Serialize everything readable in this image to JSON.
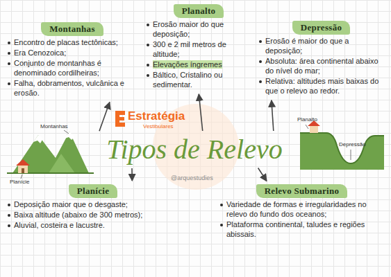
{
  "diagram": {
    "nodes": [
      {
        "text": [
          "Montanhas",
          "Encontro de placas tectônicas;",
          "Era Cenozoica;",
          "Conjunto de montanhas é denominado cordilheiras;",
          "Falha, dobramentos, vulcânica e erosão."
        ]
      },
      {
        "text": [
          "Planalto",
          "Erosão maior do que deposição;",
          "300 e 2 mil metros de altitude;",
          "Elevações íngremes",
          "Báltico, Cristalino ou sedimentar."
        ]
      },
      {
        "text": [
          "Depressão",
          "Erosão é maior do que a deposição;",
          "Absoluta: área continental abaixo do nível do mar;",
          "Relativa: altitudes mais baixas do que o relevo ao redor."
        ]
      },
      {
        "text": [
          "Tipos de Relevo"
        ]
      },
      {
        "text": [
          "Planície",
          "Deposição maior que o desgaste;",
          "Baixa altitude (abaixo de 300 metros);",
          "Aluvial, costeira e lacustre."
        ]
      },
      {
        "text": [
          "Relevo Submarino",
          "Variedade de formas e irregularidades no relevo do fundo dos oceanos;",
          "Plataforma continental, taludes e regiões abissais."
        ]
      }
    ],
    "edges": [
      {
        "from": 3,
        "to": 0,
        "arrow": "to"
      },
      {
        "from": 3,
        "to": 1,
        "arrow": "to"
      },
      {
        "from": 3,
        "to": 2,
        "arrow": "to"
      },
      {
        "from": 3,
        "to": 4,
        "arrow": "to"
      },
      {
        "from": 3,
        "to": 5,
        "arrow": "to"
      }
    ],
    "labels": [
      "Estratégia",
      "Vestibulares",
      "@arquestudies",
      "Montanhas",
      "Planície",
      "Planalto",
      "Depressão"
    ]
  }
}
